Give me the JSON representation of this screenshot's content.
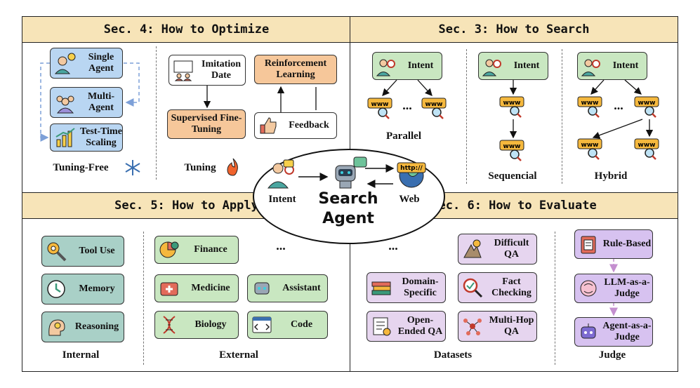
{
  "optimize": {
    "header": "Sec. 4: How to Optimize",
    "tuning_free": {
      "caption": "Tuning-Free",
      "items": [
        "Single Agent",
        "Multi-Agent",
        "Test-Time Scaling"
      ]
    },
    "tuning": {
      "caption": "Tuning",
      "imitation": "Imitation Date",
      "sft": "Supervised Fine-Tuning",
      "rl": "Reinforcement Learning",
      "feedback": "Feedback"
    }
  },
  "search": {
    "header": "Sec. 3: How to Search",
    "intent": "Intent",
    "ellipsis": "...",
    "modes": [
      "Parallel",
      "Sequencial",
      "Hybrid"
    ]
  },
  "apply": {
    "header": "Sec. 5: How to Apply",
    "internal": {
      "caption": "Internal",
      "items": [
        "Tool Use",
        "Memory",
        "Reasoning"
      ]
    },
    "external": {
      "caption": "External",
      "items": [
        "Finance",
        "Medicine",
        "Assistant",
        "Biology",
        "Code"
      ],
      "ellipsis": "..."
    }
  },
  "evaluate": {
    "header": "Sec. 6: How to Evaluate",
    "datasets": {
      "caption": "Datasets",
      "items": [
        "Difficult QA",
        "Domain-Specific",
        "Fact Checking",
        "Open-Ended QA",
        "Multi-Hop QA"
      ],
      "ellipsis": "..."
    },
    "judge": {
      "caption": "Judge",
      "items": [
        "Rule-Based",
        "LLM-as-a-Judge",
        "Agent-as-a-Judge"
      ]
    }
  },
  "center": {
    "intent": "Intent",
    "web": "Web",
    "title": "Search Agent",
    "url": "http://"
  },
  "colors": {
    "header": "#f7e4b8",
    "blue": "#b9d6f2",
    "green": "#c9e7c1",
    "teal": "#a9d0c7",
    "orange": "#f6c79a",
    "lilac": "#e6d5ef",
    "violet": "#d7c2f0"
  }
}
